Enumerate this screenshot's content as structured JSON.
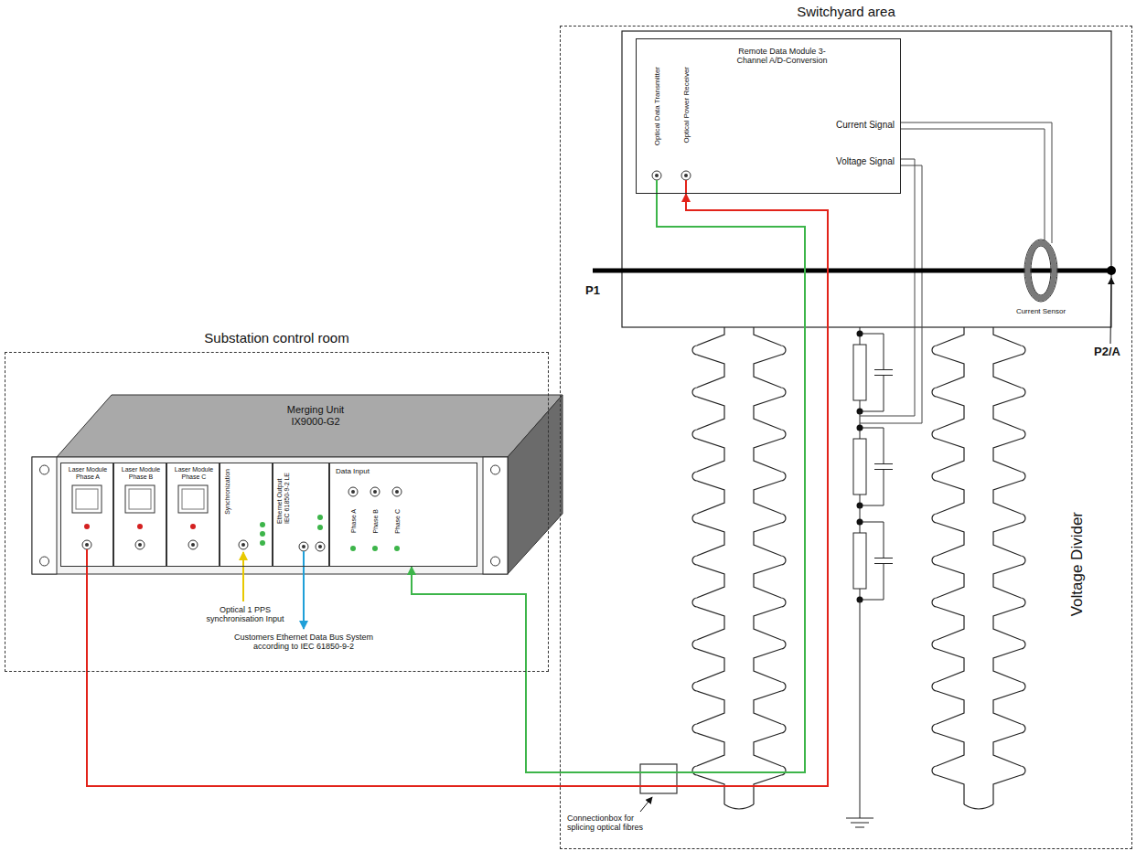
{
  "diagram": {
    "nodes": [
      {
        "text": [
          "Switchyard area"
        ]
      },
      {
        "text": [
          "Remote Data Module 3-Channel A/D-Conversion",
          "Optical Data Transmitter",
          "Optical Power Receiver",
          "Current Signal",
          "Voltage Signal"
        ],
        "in": 0
      },
      {
        "text": [
          "Substation control room"
        ]
      },
      {
        "text": [
          "Merging Unit IX9000-G2"
        ],
        "in": 2
      },
      {
        "text": [
          "Laser Module Phase A"
        ],
        "in": 3
      },
      {
        "text": [
          "Laser Module Phase B"
        ],
        "in": 3
      },
      {
        "text": [
          "Laser Module Phase C"
        ],
        "in": 3
      },
      {
        "text": [
          "Synchronization"
        ],
        "in": 3
      },
      {
        "text": [
          "Ethernet Output IEC 61850-9-2 LE"
        ],
        "in": 3
      },
      {
        "text": [
          "Data Input",
          "Phase A",
          "Phase B",
          "Phase C"
        ],
        "in": 3
      }
    ],
    "edges": [
      {
        "from": 4,
        "to": 1,
        "arrow": "to"
      },
      {
        "from": 1,
        "to": 9,
        "arrow": "to"
      }
    ],
    "labels": [
      "P1",
      "Current Sensor",
      "P2/A",
      "Optical 1 PPS synchronisation Input",
      "Customers Ethernet Data Bus System according to IEC 61850-9-2",
      "Voltage Divider",
      "Connectionbox for splicing optical fibres"
    ]
  }
}
